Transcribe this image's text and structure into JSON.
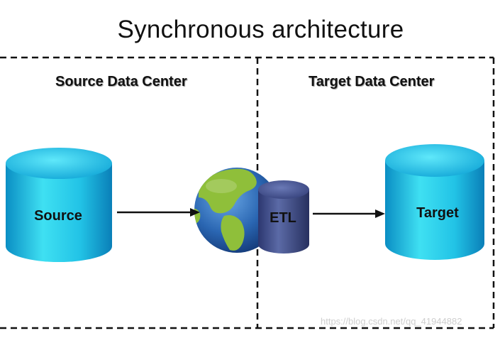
{
  "title": "Synchronous architecture",
  "zones": {
    "source": "Source Data Center",
    "target": "Target Data Center"
  },
  "nodes": {
    "source": "Source",
    "etl": "ETL",
    "target": "Target"
  },
  "colors": {
    "cylinder_light": "#35d8ee",
    "cylinder_dark": "#0a8ec4",
    "etl_cylinder": "#3f4d86",
    "ocean": "#2e6fb8",
    "land": "#8fbf3a",
    "arrow": "#111111"
  },
  "watermark": "https://blog.csdn.net/qq_41944882"
}
